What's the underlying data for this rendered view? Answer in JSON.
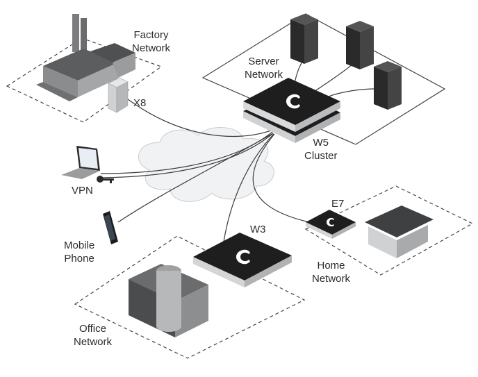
{
  "labels": {
    "factory": [
      "Factory",
      "Network"
    ],
    "x8": "X8",
    "server": [
      "Server",
      "Network"
    ],
    "w5": [
      "W5",
      "Cluster"
    ],
    "vpn": "VPN",
    "mobile": [
      "Mobile",
      "Phone"
    ],
    "w3": "W3",
    "e7": "E7",
    "home": [
      "Home",
      "Network"
    ],
    "office": [
      "Office",
      "Network"
    ]
  },
  "colors": {
    "device": "#1e1e1e",
    "device_side": "#cfd1d3",
    "link": "#3a3a3a",
    "zone_border": "#444444",
    "cloud": "#f1f2f3",
    "cloud_edge": "#c9cbcd"
  }
}
